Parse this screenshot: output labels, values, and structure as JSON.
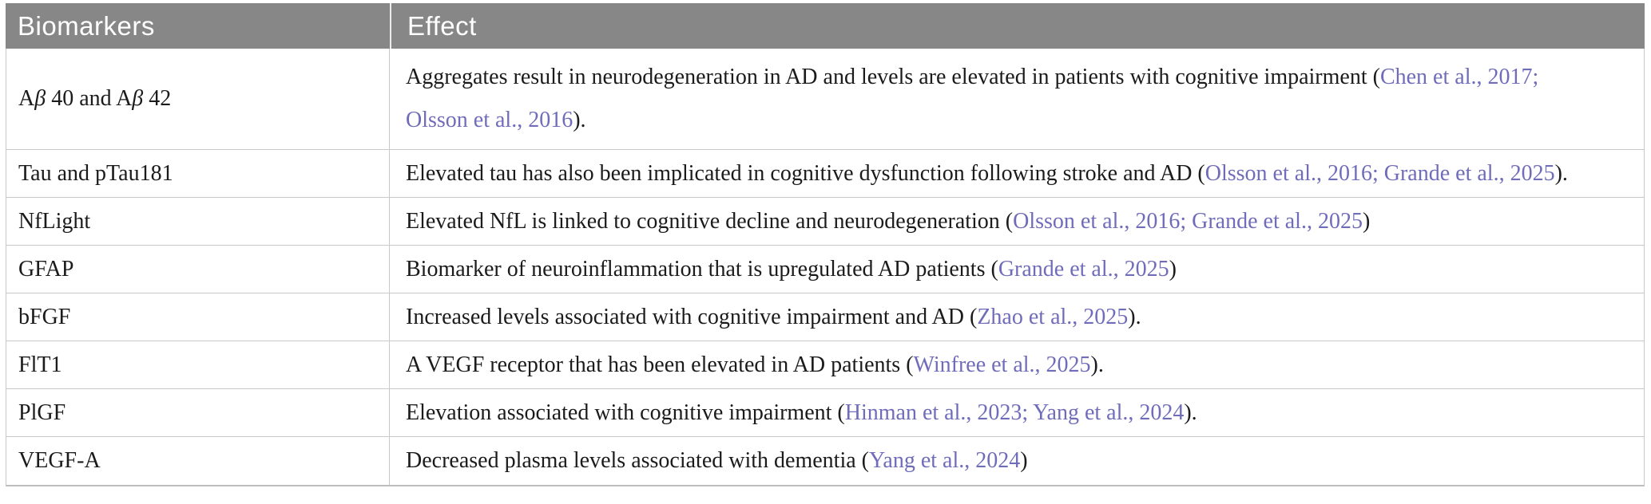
{
  "colors": {
    "header_bg": "#878787",
    "header_text": "#ffffff",
    "body_text": "#1b1b1b",
    "link": "#6f6cba",
    "grid_line": "#c9c9c9"
  },
  "table": {
    "columns": [
      {
        "label": "Biomarkers"
      },
      {
        "label": "Effect"
      }
    ],
    "rows": [
      {
        "biomarker": [
          {
            "t": "A"
          },
          {
            "t": "β",
            "italic": true
          },
          {
            "t": " 40 and A"
          },
          {
            "t": "β",
            "italic": true
          },
          {
            "t": " 42"
          }
        ],
        "effect": [
          {
            "t": "Aggregates result in neurodegeneration in AD and levels are elevated in patients with cognitive impairment ("
          },
          {
            "t": "Chen et al., 2017;",
            "link": true
          },
          {
            "br": true
          },
          {
            "t": "Olsson et al., 2016",
            "link": true
          },
          {
            "t": ")."
          }
        ]
      },
      {
        "biomarker": [
          {
            "t": "Tau and pTau181"
          }
        ],
        "effect": [
          {
            "t": "Elevated tau has also been implicated in cognitive dysfunction following stroke and AD ("
          },
          {
            "t": "Olsson et al., 2016; Grande et al., 2025",
            "link": true
          },
          {
            "t": ")."
          }
        ]
      },
      {
        "biomarker": [
          {
            "t": "NfLight"
          }
        ],
        "effect": [
          {
            "t": "Elevated NfL is linked to cognitive decline and neurodegeneration ("
          },
          {
            "t": "Olsson et al., 2016; Grande et al., 2025",
            "link": true
          },
          {
            "t": ")"
          }
        ]
      },
      {
        "biomarker": [
          {
            "t": "GFAP"
          }
        ],
        "effect": [
          {
            "t": "Biomarker of neuroinflammation that is upregulated AD patients ("
          },
          {
            "t": "Grande et al., 2025",
            "link": true
          },
          {
            "t": ")"
          }
        ]
      },
      {
        "biomarker": [
          {
            "t": "bFGF"
          }
        ],
        "effect": [
          {
            "t": "Increased levels associated with cognitive impairment and AD ("
          },
          {
            "t": "Zhao et al., 2025",
            "link": true
          },
          {
            "t": ")."
          }
        ]
      },
      {
        "biomarker": [
          {
            "t": "FlT1"
          }
        ],
        "effect": [
          {
            "t": "A VEGF receptor that has been elevated in AD patients ("
          },
          {
            "t": "Winfree et al., 2025",
            "link": true
          },
          {
            "t": ")."
          }
        ]
      },
      {
        "biomarker": [
          {
            "t": "PlGF"
          }
        ],
        "effect": [
          {
            "t": "Elevation associated with cognitive impairment ("
          },
          {
            "t": "Hinman et al., 2023; Yang et al., 2024",
            "link": true
          },
          {
            "t": ")."
          }
        ]
      },
      {
        "biomarker": [
          {
            "t": "VEGF-A"
          }
        ],
        "effect": [
          {
            "t": "Decreased plasma levels associated with dementia ("
          },
          {
            "t": "Yang et al., 2024",
            "link": true
          },
          {
            "t": ")"
          }
        ]
      }
    ]
  }
}
